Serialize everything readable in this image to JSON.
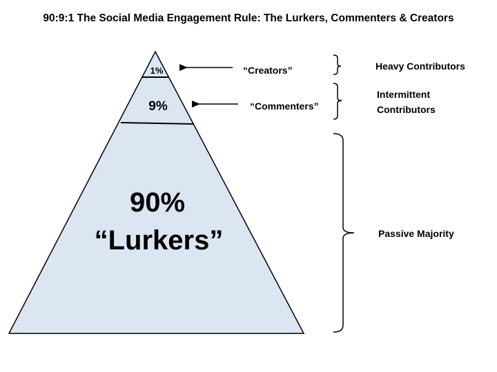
{
  "title": "90:9:1 The Social Media Engagement Rule: The Lurkers, Commenters & Creators",
  "tiers": {
    "top": {
      "percent": "1%",
      "name": "“Creators”",
      "group": "Heavy Contributors"
    },
    "middle": {
      "percent": "9%",
      "name": "“Commenters”",
      "group_line1": "Intermittent",
      "group_line2": "Contributors"
    },
    "bottom": {
      "percent": "90%",
      "name": "“Lurkers”",
      "group": "Passive Majority"
    }
  },
  "colors": {
    "pyramid_fill": "#dce6f2",
    "stroke": "#000000"
  }
}
